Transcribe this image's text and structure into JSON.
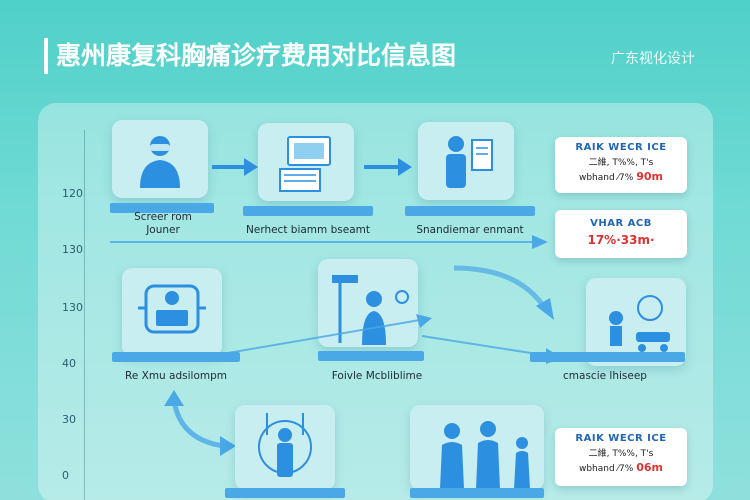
{
  "header": {
    "title": "惠州康复科胸痛诊疗费用对比信息图",
    "brand": "广东视化设计"
  },
  "y_axis_ticks": [
    "120",
    "130",
    "130",
    "40",
    "30",
    "0"
  ],
  "stages": {
    "row1": [
      {
        "label_line1": "Screer rom",
        "label_line2": "Jouner",
        "icon": "doctor-icon"
      },
      {
        "label": "Nerhect biamm bseamt",
        "icon": "laptop-document-icon"
      },
      {
        "label": "Snandiemar enmant",
        "icon": "patient-clipboard-icon"
      }
    ],
    "row2": [
      {
        "label": "Re Xmu adsilompm",
        "icon": "xray-scanner-icon"
      },
      {
        "label": "Foivle Mcbliblime",
        "icon": "patient-iv-icon"
      },
      {
        "label": "cmascie lhiseep",
        "icon": "rehab-equipment-icon"
      }
    ],
    "row3": [
      {
        "icon": "iv-drip-patient-icon"
      },
      {
        "icon": "family-group-icon"
      }
    ]
  },
  "info_boxes": [
    {
      "title": "RAIK WECR ICE",
      "line1": "二維, T%%,   T's",
      "line2": "wbhand ⁄7%",
      "price": "90m"
    },
    {
      "title": "VHAR ACB",
      "price": "17%·33m·"
    },
    {
      "title": "RAIK WECR ICE",
      "line1": "二維, T%%,   T's",
      "line2": "wbhand ⁄7%",
      "price": "06m"
    }
  ],
  "colors": {
    "accent": "#4aa8e6",
    "price": "#e03232",
    "heading": "#1f66b8"
  }
}
